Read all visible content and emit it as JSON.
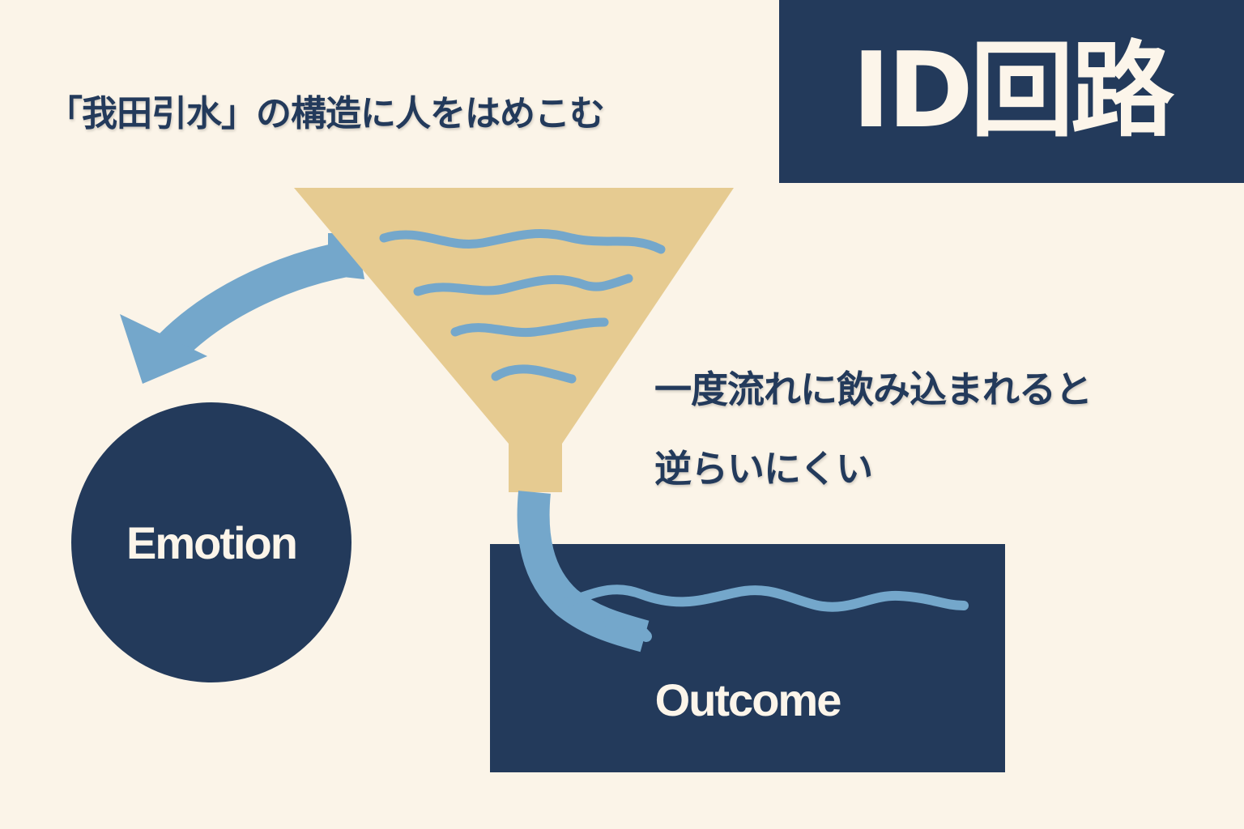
{
  "title": "ID回路",
  "subtitle": "「我田引水」の構造に人をはめこむ",
  "note": {
    "line1": "一度流れに飲み込まれると",
    "line2": "逆らいにくい"
  },
  "nodes": {
    "emotion": "Emotion",
    "outcome": "Outcome"
  },
  "colors": {
    "background": "#fbf4e8",
    "navy": "#233a5b",
    "funnel": "#e6cb91",
    "water": "#74a7cb",
    "cream_text": "#fcf5ea"
  }
}
